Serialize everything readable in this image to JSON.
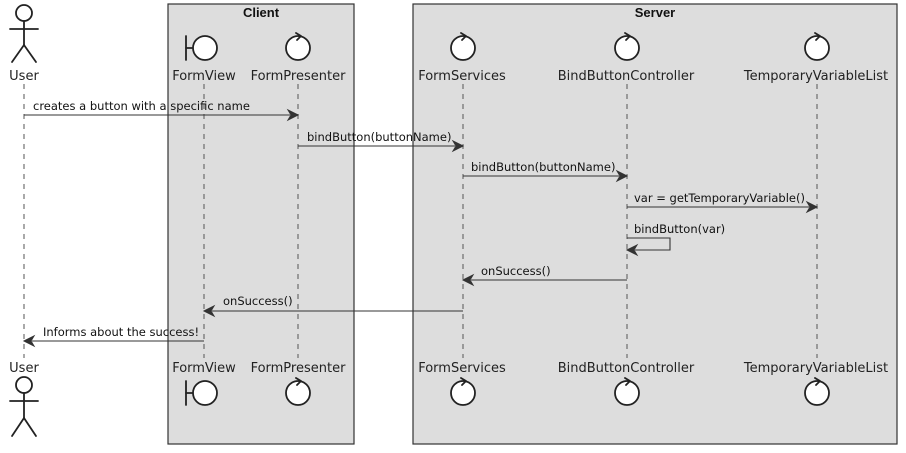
{
  "boxes": {
    "client": "Client",
    "server": "Server"
  },
  "participants": [
    {
      "id": "user",
      "name": "User",
      "kind": "actor-icon"
    },
    {
      "id": "formview",
      "name": "FormView",
      "kind": "boundary-icon"
    },
    {
      "id": "formpresenter",
      "name": "FormPresenter",
      "kind": "control-icon"
    },
    {
      "id": "formservices",
      "name": "FormServices",
      "kind": "control-icon"
    },
    {
      "id": "bindbuttoncontroller",
      "name": "BindButtonController",
      "kind": "control-icon"
    },
    {
      "id": "temporaryvariablelist",
      "name": "TemporaryVariableList",
      "kind": "control-icon"
    }
  ],
  "messages": [
    {
      "from": "user",
      "to": "formpresenter",
      "label": "creates a button with a specific name"
    },
    {
      "from": "formpresenter",
      "to": "formservices",
      "label": "bindButton(buttonName)"
    },
    {
      "from": "formservices",
      "to": "bindbuttoncontroller",
      "label": "bindButton(buttonName)"
    },
    {
      "from": "bindbuttoncontroller",
      "to": "temporaryvariablelist",
      "label": "var = getTemporaryVariable()"
    },
    {
      "from": "bindbuttoncontroller",
      "to": "bindbuttoncontroller",
      "label": "bindButton(var)"
    },
    {
      "from": "bindbuttoncontroller",
      "to": "formservices",
      "label": "onSuccess()"
    },
    {
      "from": "formservices",
      "to": "formview",
      "label": "onSuccess()"
    },
    {
      "from": "formview",
      "to": "user",
      "label": "Informs about the success!"
    }
  ]
}
